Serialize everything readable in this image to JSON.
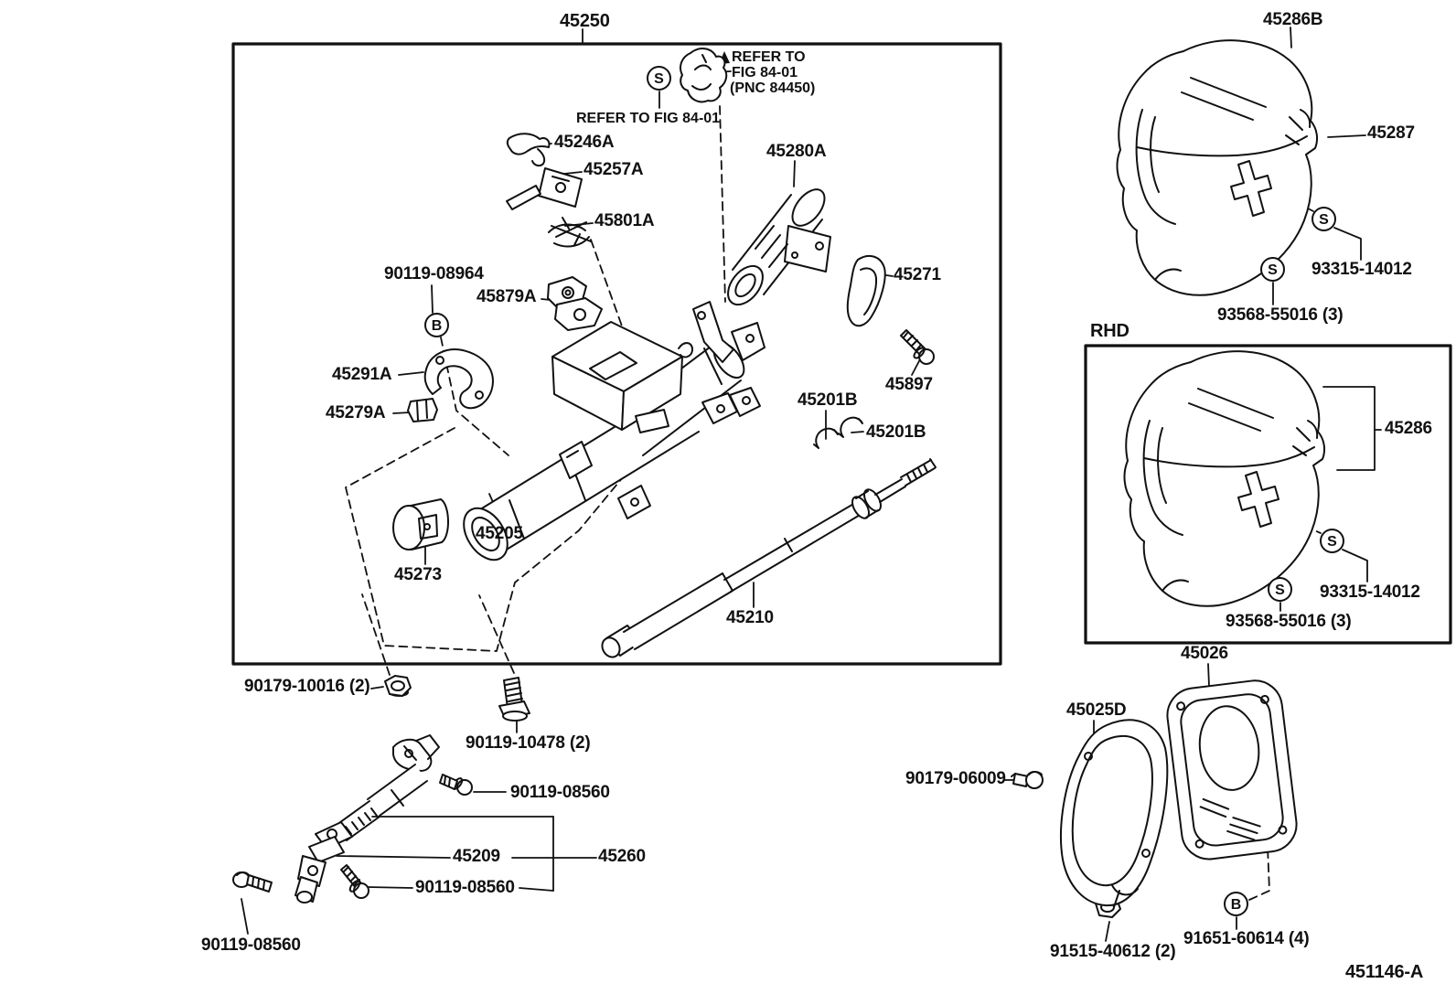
{
  "figure": {
    "code": "451146-A",
    "region_tag": "RHD"
  },
  "callouts": {
    "s": "S",
    "b": "B"
  },
  "notes": {
    "refer_to": "REFER TO",
    "fig": "FIG 84-01",
    "pnc": "(PNC 84450)",
    "refer_inline": "REFER TO FIG 84-01"
  },
  "parts": {
    "p45250": "45250",
    "p45246a": "45246A",
    "p45257a": "45257A",
    "p45801a": "45801A",
    "p90119_08964": "90119-08964",
    "p45879a": "45879A",
    "p45291a": "45291A",
    "p45279a": "45279A",
    "p45280a": "45280A",
    "p45271": "45271",
    "p45897": "45897",
    "p45201b": "45201B",
    "p45205": "45205",
    "p45273": "45273",
    "p45210": "45210",
    "p90179_10016": "90179-10016 (2)",
    "p90119_10478": "90119-10478 (2)",
    "p90119_08560": "90119-08560",
    "p45209": "45209",
    "p45260": "45260",
    "p45286b": "45286B",
    "p45287": "45287",
    "p93315_14012": "93315-14012",
    "p93568_55016": "93568-55016 (3)",
    "p45286": "45286",
    "p45026": "45026",
    "p45025d": "45025D",
    "p90179_06009": "90179-06009",
    "p91515_40612": "91515-40612 (2)",
    "p91651_60614": "91651-60614 (4)"
  }
}
